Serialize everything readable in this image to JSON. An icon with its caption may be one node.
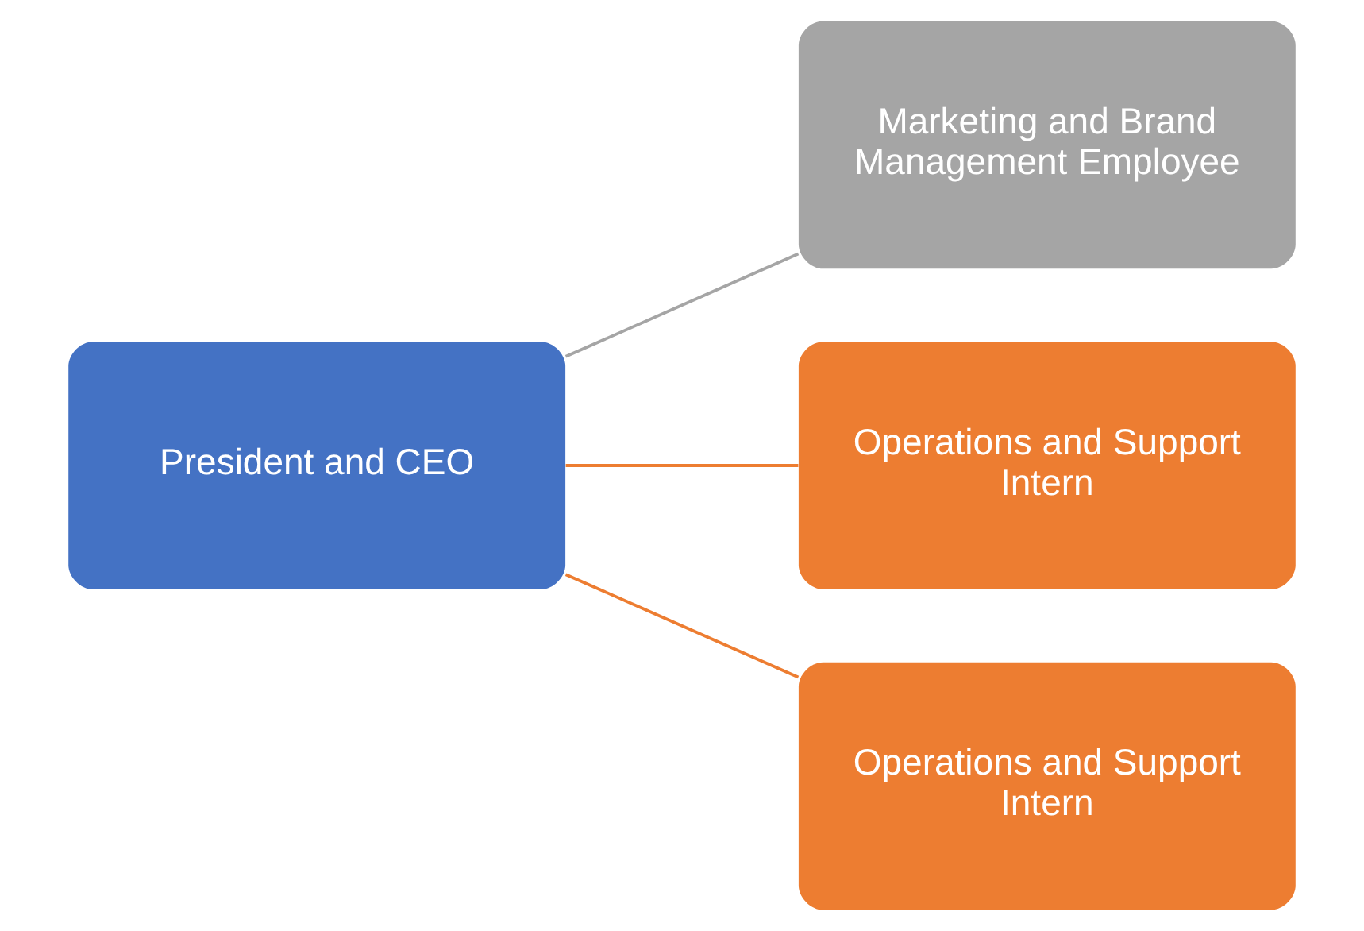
{
  "diagram": {
    "nodes": [
      {
        "text": [
          "President and CEO"
        ]
      },
      {
        "text": [
          "Marketing and Brand Management Employee"
        ]
      },
      {
        "text": [
          "Operations and Support Intern"
        ]
      },
      {
        "text": [
          "Operations and Support Intern"
        ]
      }
    ],
    "edges": [
      {
        "from": 0,
        "to": 1,
        "arrow": "none",
        "color": "#a5a5a5"
      },
      {
        "from": 0,
        "to": 2,
        "arrow": "none"
      },
      {
        "from": 0,
        "to": 3,
        "arrow": "none"
      }
    ]
  }
}
